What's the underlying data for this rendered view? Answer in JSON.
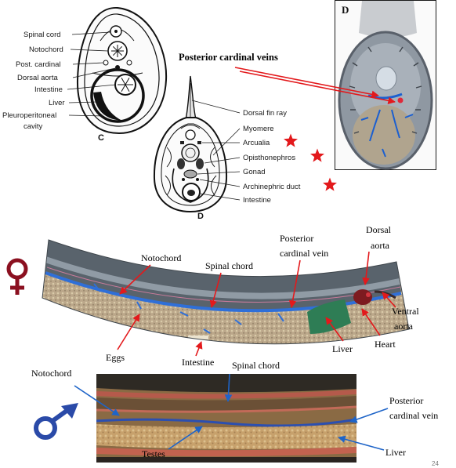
{
  "colors": {
    "red_arrow": "#e3191c",
    "blue_arrow": "#1e64c8",
    "star": "#e3191c",
    "female_symbol": "#8b1020",
    "male_symbol": "#2a4aa8"
  },
  "icons": {
    "female": "female-symbol-icon",
    "male": "male-symbol-icon",
    "star": "star-icon"
  },
  "diagram_c": {
    "panel_label": "C",
    "spinal_cord": "Spinal cord",
    "notochord": "Notochord",
    "post_cardinal": "Post. cardinal",
    "dorsal_aorta": "Dorsal aorta",
    "intestine": "Intestine",
    "liver": "Liver",
    "pleuroperitoneal_cavity": [
      "Pleuroperitoneal",
      "cavity"
    ]
  },
  "diagram_d": {
    "panel_label": "D",
    "dorsal_fin_ray": "Dorsal fin ray",
    "myomere": "Myomere",
    "arcualia": "Arcualia",
    "opisthonephros": "Opisthonephros",
    "gonad": "Gonad",
    "archinephric_duct": "Archinephric duct",
    "intestine": "Intestine"
  },
  "photo_cross_section": {
    "panel_label": "D",
    "callout": "Posterior cardinal veins"
  },
  "female_specimen": {
    "notochord": "Notochord",
    "spinal_chord": "Spinal chord",
    "posterior_cardinal_vein": [
      "Posterior",
      "cardinal vein"
    ],
    "dorsal_aorta": [
      "Dorsal",
      "aorta"
    ],
    "ventral_aorta": [
      "Ventral",
      "aorta"
    ],
    "liver": "Liver",
    "heart": "Heart",
    "eggs": "Eggs",
    "intestine": "Intestine"
  },
  "male_specimen": {
    "notochord": "Notochord",
    "spinal_chord": "Spinal chord",
    "posterior_cardinal_vein": [
      "Posterior",
      "cardinal vein"
    ],
    "testes": "Testes",
    "liver": "Liver"
  },
  "page_number": "24"
}
